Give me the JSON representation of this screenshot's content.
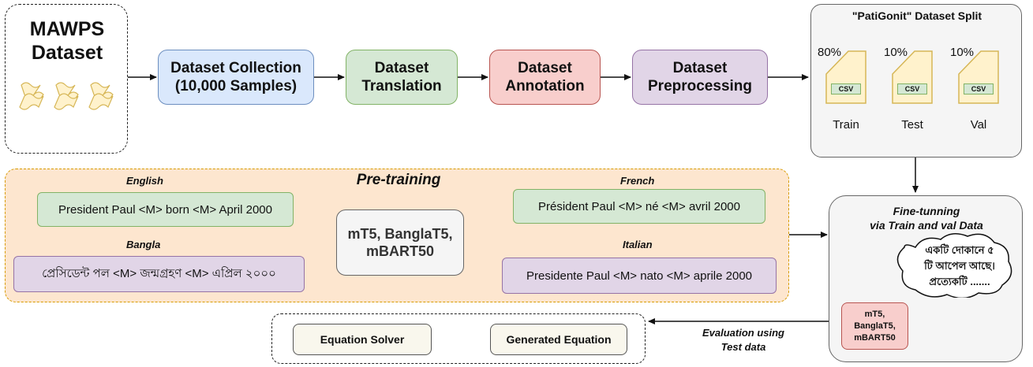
{
  "mawps": {
    "title_line1": "MAWPS",
    "title_line2": "Dataset"
  },
  "pipeline": {
    "collection_line1": "Dataset Collection",
    "collection_line2": "(10,000 Samples)",
    "translation_line1": "Dataset",
    "translation_line2": "Translation",
    "annotation_line1": "Dataset",
    "annotation_line2": "Annotation",
    "preprocessing_line1": "Dataset",
    "preprocessing_line2": "Preprocessing"
  },
  "split": {
    "title": "\"PatiGonit\" Dataset Split",
    "files": [
      {
        "percent": "80%",
        "badge": "CSV",
        "label": "Train"
      },
      {
        "percent": "10%",
        "badge": "CSV",
        "label": "Test"
      },
      {
        "percent": "10%",
        "badge": "CSV",
        "label": "Val"
      }
    ]
  },
  "pretraining": {
    "title": "Pre-training",
    "english_label": "English",
    "english_text": "President Paul <M> born <M> April 2000",
    "bangla_label": "Bangla",
    "bangla_text": "প্রেসিডেন্ট পল <M> জন্মগ্রহণ <M> এপ্রিল ২০০০",
    "french_label": "French",
    "french_text": "Président Paul <M> né <M> avril 2000",
    "italian_label": "Italian",
    "italian_text": "Presidente Paul <M> nato <M> aprile 2000",
    "models_line1": "mT5, BanglaT5,",
    "models_line2": "mBART50"
  },
  "finetune": {
    "title_line1": "Fine-tunning",
    "title_line2": "via Train and val Data",
    "bubble_line1": "একটি দোকানে ৫",
    "bubble_line2": "টি আপেল আছে।",
    "bubble_line3": "প্রত্যেকটি .......",
    "model_line1": "mT5,",
    "model_line2": "BanglaT5,",
    "model_line3": "mBART50"
  },
  "evaluation": {
    "label_line1": "Evaluation using",
    "label_line2": "Test data",
    "solver": "Equation Solver",
    "generated": "Generated Equation"
  },
  "colors": {
    "blue_fill": "#dae8fc",
    "blue_stroke": "#6c8ebf",
    "green_fill": "#d5e8d4",
    "green_stroke": "#82b366",
    "red_fill": "#f8cecc",
    "red_stroke": "#b85450",
    "purple_fill": "#e1d5e7",
    "purple_stroke": "#9673a6",
    "orange_fill": "#fde6cf",
    "orange_stroke": "#d79b00",
    "file_fill": "#fff2cc",
    "file_stroke": "#d6b656",
    "panel_fill": "#f5f5f5",
    "panel_stroke": "#666666",
    "cream_fill": "#f9f7ed"
  }
}
